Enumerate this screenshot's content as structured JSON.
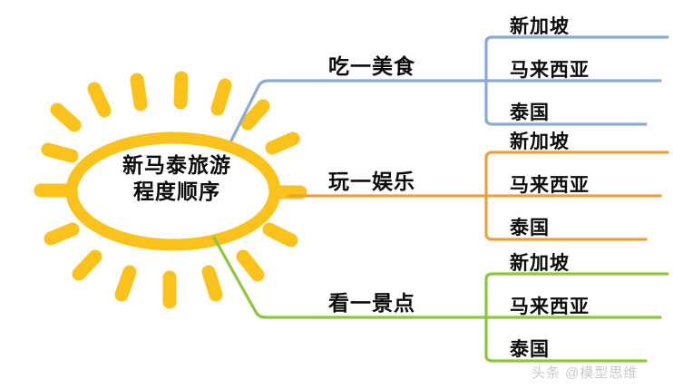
{
  "diagram": {
    "type": "mind-map",
    "title": "新马泰旅游程度顺序",
    "center": {
      "label": "新马泰旅游程度顺序",
      "line1": "新马泰旅游",
      "line2": "程度顺序",
      "shape": "sun-ellipse",
      "color": "#FBC21C",
      "ray_count": 14
    },
    "branches": [
      {
        "label": "吃一美食",
        "color": "#8DA9D6",
        "children": [
          {
            "label": "新加坡"
          },
          {
            "label": "马来西亚"
          },
          {
            "label": "泰国"
          }
        ]
      },
      {
        "label": "玩一娱乐",
        "color": "#E8A33D",
        "children": [
          {
            "label": "新加坡"
          },
          {
            "label": "马来西亚"
          },
          {
            "label": "泰国"
          }
        ]
      },
      {
        "label": "看一景点",
        "color": "#8CC63E",
        "children": [
          {
            "label": "新加坡"
          },
          {
            "label": "马来西亚"
          },
          {
            "label": "泰国"
          }
        ]
      }
    ]
  },
  "watermark": {
    "text": "头条 @模型思维"
  },
  "colors": {
    "background": "#FFFFFF",
    "text": "#0D0D0D",
    "sun": "#FBC21C",
    "branch_eat": "#8DA9D6",
    "branch_play": "#E8A33D",
    "branch_see": "#8CC63E",
    "watermark": "#C9C9C9"
  }
}
